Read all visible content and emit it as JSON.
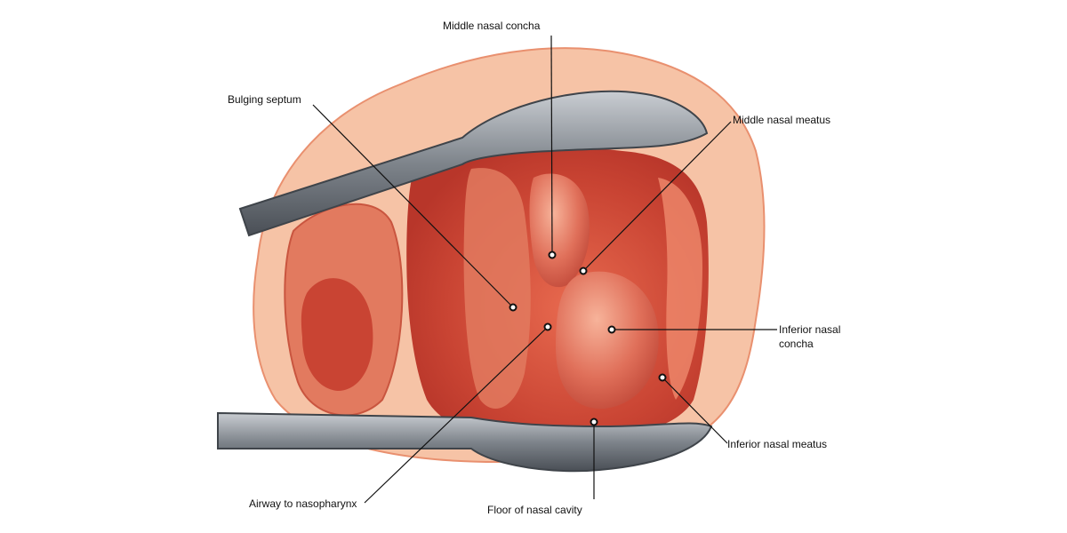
{
  "labels": {
    "middle_nasal_concha": "Middle nasal concha",
    "bulging_septum": "Bulging septum",
    "middle_nasal_meatus": "Middle nasal meatus",
    "inferior_nasal_concha_line1": "Inferior nasal",
    "inferior_nasal_concha_line2": "concha",
    "inferior_nasal_meatus": "Inferior nasal meatus",
    "airway_to_nasopharynx": "Airway to nasopharynx",
    "floor_of_nasal_cavity": "Floor of nasal cavity"
  },
  "colors": {
    "skin": "#f6c3a6",
    "skin_dark": "#e9906f",
    "mucosa": "#d9543f",
    "mucosa_dark": "#b8362a",
    "mucosa_light": "#ef8a6d",
    "speculum": "#8a8f96",
    "speculum_dark": "#4b5058",
    "leader": "#111111"
  }
}
